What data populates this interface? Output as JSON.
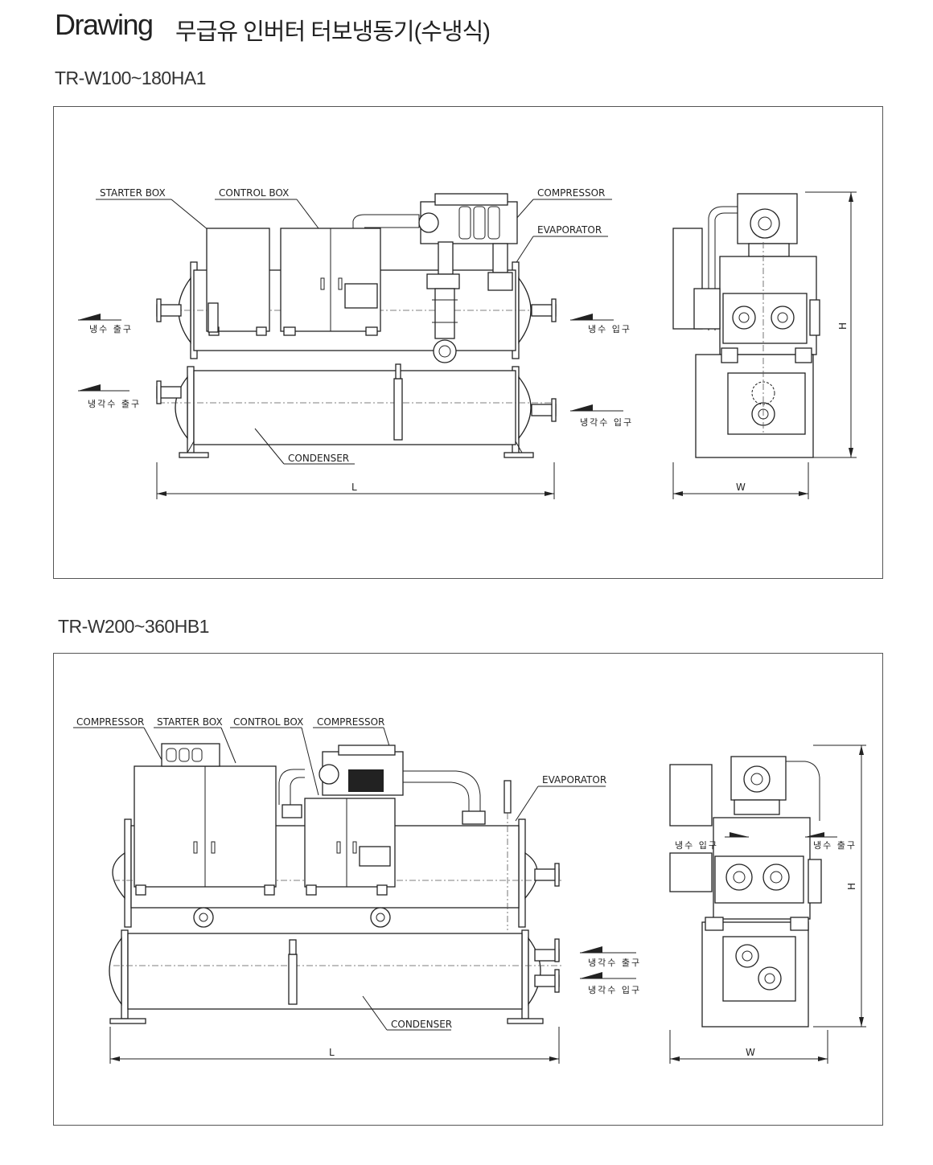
{
  "header": {
    "title": "Drawing",
    "subtitle": "무급유 인버터 터보냉동기(수냉식)"
  },
  "drawings": [
    {
      "model": "TR-W100~180HA1",
      "labels": {
        "starter_box": "STARTER BOX",
        "control_box": "CONTROL BOX",
        "compressor": "COMPRESSOR",
        "evaporator": "EVAPORATOR",
        "condenser": "CONDENSER",
        "chilled_out": "냉수 출구",
        "chilled_in": "냉수 입구",
        "cooling_out": "냉각수 출구",
        "cooling_in": "냉각수 입구",
        "dim_l": "L",
        "dim_w": "W",
        "dim_h": "H"
      }
    },
    {
      "model": "TR-W200~360HB1",
      "labels": {
        "compressor_1": "COMPRESSOR",
        "starter_box": "STARTER BOX",
        "control_box": "CONTROL BOX",
        "compressor_2": "COMPRESSOR",
        "evaporator": "EVAPORATOR",
        "condenser": "CONDENSER",
        "cooling_out": "냉각수 출구",
        "cooling_in": "냉각수 입구",
        "chilled_in": "냉수 입구",
        "chilled_out": "냉수 출구",
        "dim_l": "L",
        "dim_w": "W",
        "dim_h": "H"
      }
    }
  ]
}
